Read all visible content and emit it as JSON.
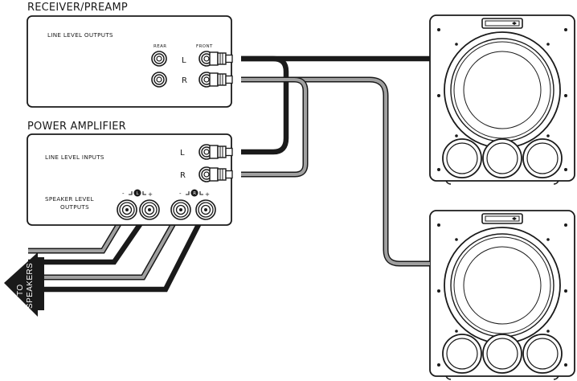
{
  "receiver": {
    "title": "RECEIVER/PREAMP",
    "section_label": "LINE LEVEL OUTPUTS",
    "rear_label": "REAR",
    "front_label": "FRONT",
    "left_label": "L",
    "right_label": "R"
  },
  "amplifier": {
    "title": "POWER AMPLIFIER",
    "inputs_label": "LINE LEVEL INPUTS",
    "speaker_outputs_line1": "SPEAKER LEVEL",
    "speaker_outputs_line2": "OUTPUTS",
    "left_label": "L",
    "right_label": "R",
    "minus_label_1": "-",
    "plus_label_1": "+",
    "minus_label_2": "-",
    "plus_label_2": "+",
    "channel_1": "L",
    "channel_2": "R"
  },
  "arrow": {
    "line1": "TO",
    "line2": "SPEAKERS"
  },
  "colors": {
    "outline": "#1a1a1a",
    "left_cable": "#1a1a1a",
    "right_cable": "#9a9a9a",
    "background": "#ffffff"
  }
}
